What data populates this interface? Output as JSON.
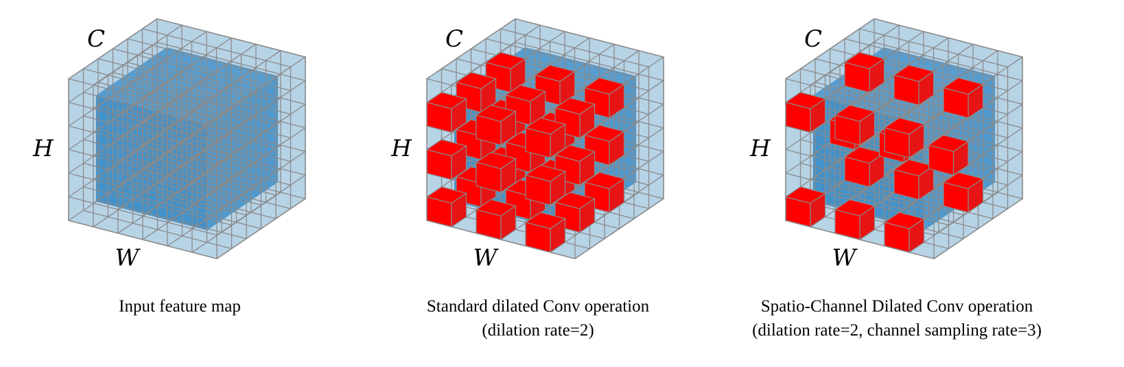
{
  "colors": {
    "shell": "#b7d3e6",
    "core": "#2f86c4",
    "sample": "#ff0000",
    "edge": "#8a8a8a",
    "text": "#000000"
  },
  "grid": {
    "width": 6,
    "height": 6,
    "channels": 6
  },
  "panels": [
    {
      "id": "input",
      "axis_labels": {
        "c": "C",
        "h": "H",
        "w": "W"
      },
      "caption": [
        "Input feature map"
      ],
      "highlight": "none"
    },
    {
      "id": "standard",
      "axis_labels": {
        "c": "C",
        "h": "H",
        "w": "W"
      },
      "caption": [
        "Standard dilated Conv operation",
        "(dilation rate=2)"
      ],
      "highlight": "dilated",
      "dilation_rate": 2
    },
    {
      "id": "spatio-channel",
      "axis_labels": {
        "c": "C",
        "h": "H",
        "w": "W"
      },
      "caption": [
        "Spatio-Channel Dilated Conv operation",
        "(dilation rate=2, channel sampling rate=3)"
      ],
      "highlight": "spatio-channel",
      "dilation_rate": 2,
      "channel_sampling_rate": 3
    }
  ]
}
